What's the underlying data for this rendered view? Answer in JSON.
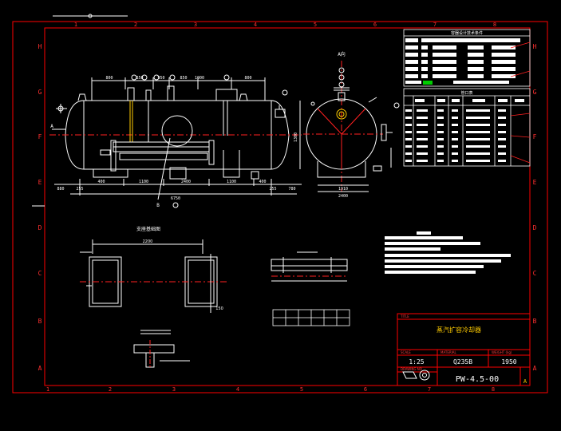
{
  "colors": {
    "background": "#000000",
    "frame": "#ff0000",
    "line": "#ffffff",
    "centerline": "#ff2020",
    "accent_green": "#00cc00",
    "accent_yellow": "#ffcc00"
  },
  "grid_labels": {
    "rows": [
      "H",
      "G",
      "F",
      "E",
      "D",
      "C",
      "B",
      "A"
    ],
    "cols": [
      "1",
      "2",
      "3",
      "4",
      "5",
      "6",
      "7",
      "8"
    ]
  },
  "view_labels": {
    "side_view": "A向",
    "support_detail": "支座基础图",
    "arrow_a": "A",
    "point_b": "B"
  },
  "tables": {
    "tech_title": "容器设计技术条件",
    "nozzle_title": "管口表"
  },
  "dimensions": {
    "top": [
      "800",
      "850",
      "950",
      "850",
      "1000",
      "800"
    ],
    "bottom_pos": [
      "400",
      "1100",
      "2400",
      "1100",
      "400"
    ],
    "bottom_overall": [
      "880",
      "255",
      "255",
      "780"
    ],
    "total_length": "6750",
    "height": "1300",
    "side_base_1": "1910",
    "side_base_2": "2400",
    "support_width": "2200",
    "support_h": "150"
  },
  "title_block": {
    "title_label": "TITLE",
    "title_value": "蒸汽扩容冷却器",
    "scale_label": "SCALE",
    "scale_value": "1:25",
    "material_label": "MATERIAL",
    "material_value": "Q235B",
    "weight_label": "WEIGHT (kg)",
    "weight_value": "1950",
    "drawing_no_label": "DRAWING NO",
    "drawing_no_value": "PW-4.5-00",
    "sheet_mark": "A"
  }
}
